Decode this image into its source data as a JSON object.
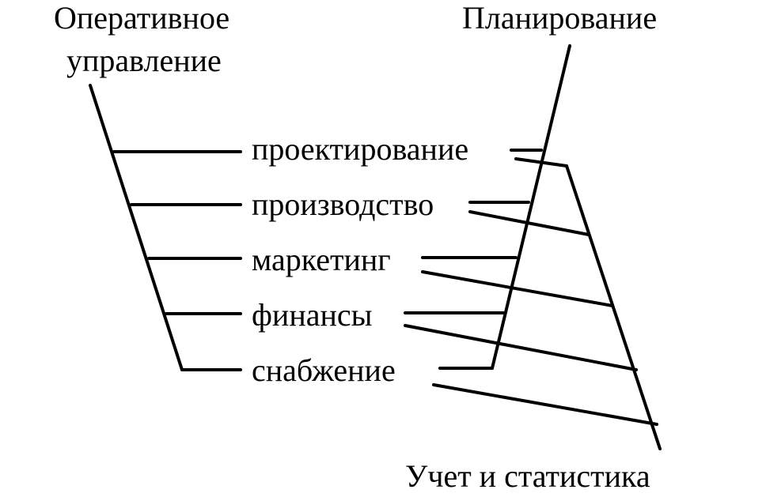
{
  "labels": {
    "operational_line1": "Оперативное",
    "operational_line2": "управление",
    "planning": "Планирование",
    "accounting": "Учет и статистика"
  },
  "functions": [
    {
      "label": "проектирование"
    },
    {
      "label": "производство"
    },
    {
      "label": "маркетинг"
    },
    {
      "label": "финансы"
    },
    {
      "label": "снабжение"
    }
  ]
}
